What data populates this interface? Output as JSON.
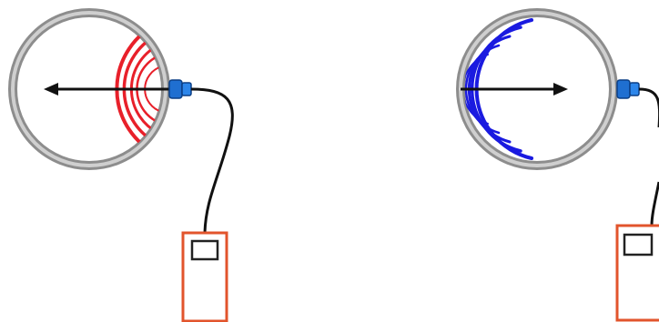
{
  "diagram": {
    "panels": [
      {
        "id": "left",
        "wave_color": "#e8202a",
        "wave_direction": "outward-left",
        "arrow_direction": "left"
      },
      {
        "id": "right",
        "wave_color": "#1a1ae0",
        "wave_direction": "inward-right",
        "arrow_direction": "right"
      }
    ],
    "colors": {
      "pipe_ring": "#9a9a9a",
      "pipe_ring_inner": "#c8c8c8",
      "transducer": "#1f6fd1",
      "cable": "#111111",
      "meter_body": "#e2542c",
      "meter_screen": "#222222",
      "arrow": "#111111"
    },
    "icons": [
      "pipe-cross-section",
      "ultrasonic-transducer",
      "handheld-meter"
    ]
  }
}
